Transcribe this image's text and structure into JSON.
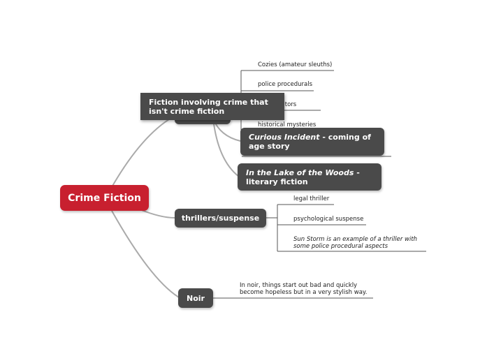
{
  "root": {
    "label": "Crime Fiction"
  },
  "branches": {
    "non_crime": {
      "label": "Fiction involving crime that isn't crime fiction",
      "children": [
        {
          "label": "Cozies (amateur sleuths)"
        },
        {
          "label": "police procedurals"
        },
        {
          "label": "investigators"
        },
        {
          "label": "historical mysteries"
        }
      ],
      "subtopics": [
        {
          "title": "Curious Incident",
          "rest": " - coming of age story"
        },
        {
          "title": "In the Lake of the Woods",
          "rest": " - literary fiction"
        }
      ]
    },
    "thrillers": {
      "label": "thrillers/suspense",
      "children": [
        {
          "label": "legal thriller"
        },
        {
          "label": "psychological suspense"
        },
        {
          "label": "Sun Storm is an example of a thriller with some police procedural aspects"
        }
      ]
    },
    "noir": {
      "label": "Noir",
      "note": "In noir, things start out bad and quickly become hopeless but in a very stylish way."
    }
  },
  "colors": {
    "root": "#c8202f",
    "topic": "#4a4a4a",
    "connector": "#aaaaaa",
    "leaf_line": "#555555"
  }
}
